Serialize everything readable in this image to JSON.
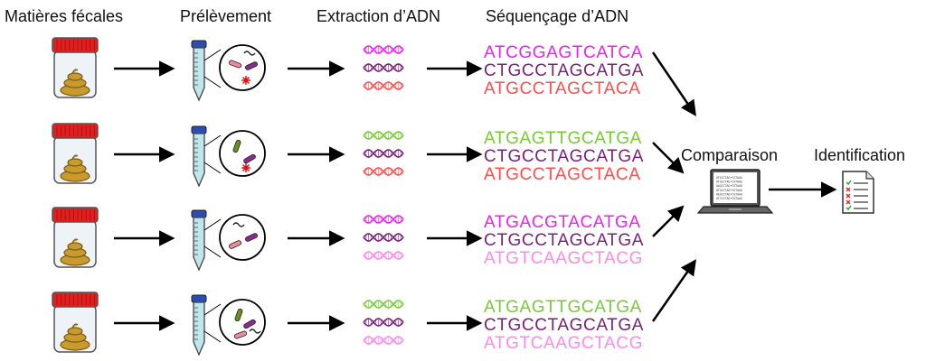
{
  "headers": {
    "feces": "Matières fécales",
    "sampling": "Prélèvement",
    "extraction": "Extraction d’ADN",
    "sequencing": "Séquençage d’ADN"
  },
  "comparison_label": "Comparaison",
  "identification_label": "Identification",
  "colors": {
    "magenta": "#ee22ee",
    "purple": "#7a1f7a",
    "red": "#ff4d4d",
    "green": "#77cc33",
    "pink": "#ff88ee"
  },
  "rows": [
    {
      "sequences": [
        {
          "text": "ATCGGAGTCATCA",
          "color": "#ee22ee"
        },
        {
          "text": "CTGCCTAGCATGA",
          "color": "#7a1f7a"
        },
        {
          "text": "ATGCCTAGCTACA",
          "color": "#ff4d4d"
        }
      ]
    },
    {
      "sequences": [
        {
          "text": "ATGAGTTGCATGA",
          "color": "#77cc33"
        },
        {
          "text": "CTGCCTAGCATGA",
          "color": "#7a1f7a"
        },
        {
          "text": "ATGCCTAGCTACA",
          "color": "#ff4d4d"
        }
      ]
    },
    {
      "sequences": [
        {
          "text": "ATGACGTACATGA",
          "color": "#ee22ee"
        },
        {
          "text": "CTGCCTAGCATGA",
          "color": "#7a1f7a"
        },
        {
          "text": "ATGTCAAGCTACG",
          "color": "#ff88ee"
        }
      ]
    },
    {
      "sequences": [
        {
          "text": "ATGAGTTGCATGA",
          "color": "#77cc33"
        },
        {
          "text": "CTGCCTAGCATGA",
          "color": "#7a1f7a"
        },
        {
          "text": "ATGTCAAGCTACG",
          "color": "#ff88ee"
        }
      ]
    }
  ],
  "screen_lines": [
    "ATGCCTAG•CGTAAG",
    "ATGCCTAG•CGTAAG",
    "AAGCCTAG•CGTAAG",
    "ATGCCTAG•CGTAAG",
    "AEGCCTAG•CGTAAG",
    "ATCCCTAG•CGTAAG"
  ]
}
